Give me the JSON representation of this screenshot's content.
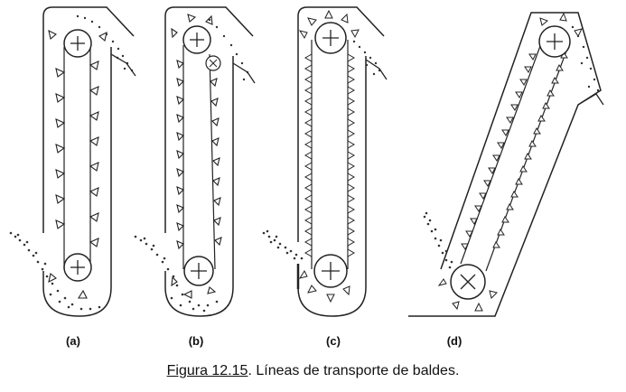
{
  "figure": {
    "panels": [
      {
        "id": "a",
        "label": "(a)"
      },
      {
        "id": "b",
        "label": "(b)"
      },
      {
        "id": "c",
        "label": "(c)"
      },
      {
        "id": "d",
        "label": "(d)"
      }
    ]
  },
  "caption": {
    "figure_ref": "Figura 12.15",
    "text": ". Líneas de transporte de baldes."
  }
}
